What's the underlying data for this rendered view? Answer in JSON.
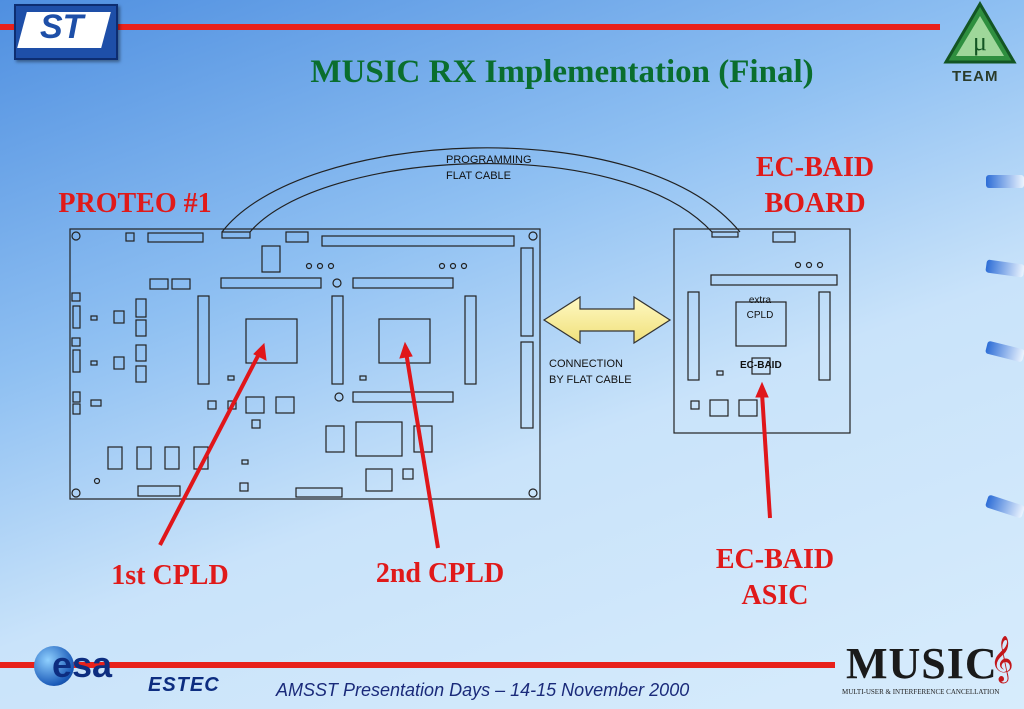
{
  "title": "MUSIC RX Implementation (Final)",
  "labels": {
    "proteo": "PROTEO #1",
    "ecbaid_board_line1": "EC-BAID",
    "ecbaid_board_line2": "BOARD",
    "programming_line1": "PROGRAMMING",
    "programming_line2": "FLAT CABLE",
    "connection_line1": "CONNECTION",
    "connection_line2": "BY FLAT CABLE",
    "extra_line1": "extra",
    "extra_line2": "CPLD",
    "chip_label": "EC-BAID",
    "first_cpld": "1st CPLD",
    "second_cpld": "2nd CPLD",
    "asic_line1": "EC-BAID",
    "asic_line2": "ASIC"
  },
  "logos": {
    "st": "ST",
    "team": "TEAM",
    "esa": "esa",
    "estec": "ESTEC",
    "music": "MUSIC",
    "music_sub": "MULTI-USER & INTERFERENCE CANCELLATION"
  },
  "footer": "AMSST Presentation Days – 14-15 November 2000",
  "colors": {
    "accent_red": "#e8211b",
    "title_green": "#0a6e2e",
    "label_red": "#e01a1a"
  }
}
